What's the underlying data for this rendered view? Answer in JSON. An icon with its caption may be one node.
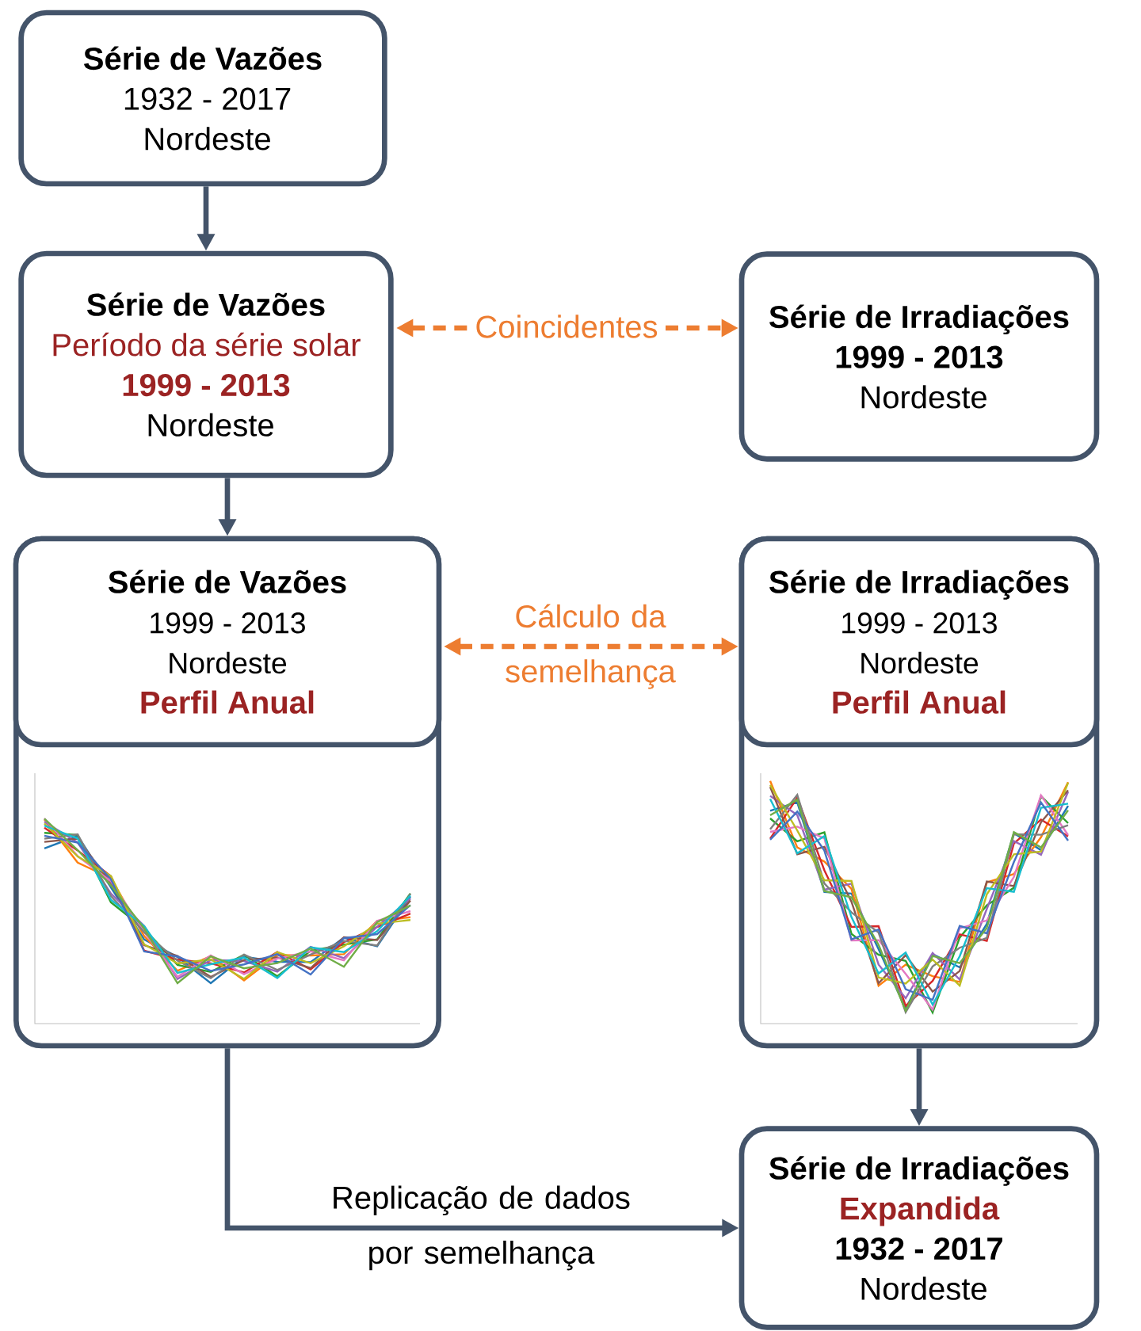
{
  "diagram": {
    "nodes": [
      {
        "text": [
          "Série de Vazões",
          "1932 - 2017",
          "Nordeste"
        ]
      },
      {
        "text": [
          "Série de Vazões",
          "Período da série solar",
          "1999 - 2013",
          "Nordeste"
        ]
      },
      {
        "text": [
          "Série de Irradiações",
          "1999 - 2013",
          "Nordeste"
        ]
      },
      {
        "text": [
          "Série de Vazões",
          "1999 - 2013",
          "Nordeste",
          "Perfil Anual"
        ]
      },
      {
        "text": [
          "Série de Irradiações",
          "1999 - 2013",
          "Nordeste",
          "Perfil Anual"
        ]
      },
      {
        "text": [
          "Série de Irradiações",
          "Expandida",
          "1932 - 2017",
          "Nordeste"
        ]
      }
    ],
    "edges": [
      {
        "from": 0,
        "to": 1,
        "arrow": "to"
      },
      {
        "from": 1,
        "to": 2,
        "arrow": "both",
        "label": "Coincidentes",
        "style": "dashed",
        "color": "#ed7d31"
      },
      {
        "from": 1,
        "to": 3,
        "arrow": "to"
      },
      {
        "from": 3,
        "to": 4,
        "arrow": "both",
        "label": "Cálculo da semelhança",
        "style": "dashed",
        "color": "#ed7d31"
      },
      {
        "from": 4,
        "to": 5,
        "arrow": "to"
      },
      {
        "from": 3,
        "to": 5,
        "arrow": "to",
        "label": "Replicação de dados por semelhança"
      }
    ]
  }
}
